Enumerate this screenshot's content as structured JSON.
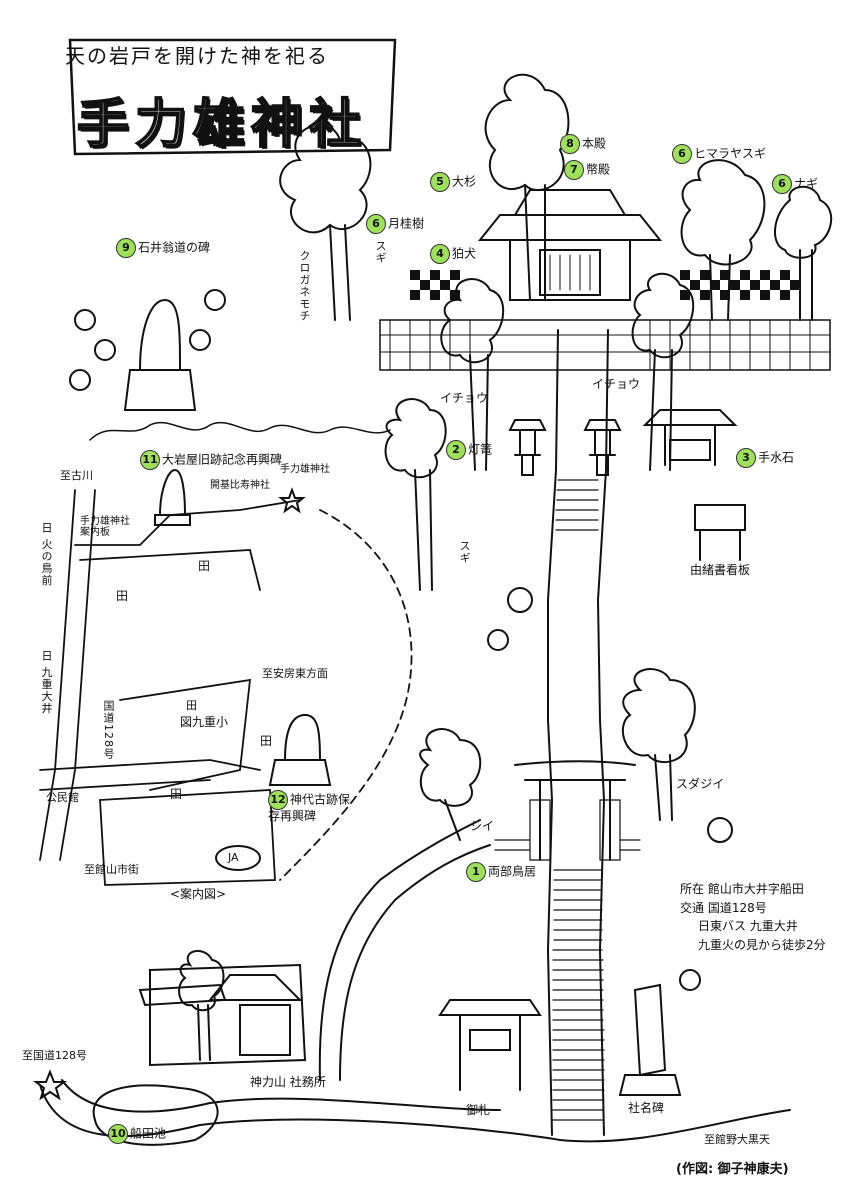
{
  "header": {
    "subtitle": "天の岩戸を開けた神を祀る",
    "title": "手力雄神社"
  },
  "markers": [
    {
      "n": "1",
      "label": "両部鳥居"
    },
    {
      "n": "2",
      "label": "灯篭"
    },
    {
      "n": "3",
      "label": "手水石"
    },
    {
      "n": "4",
      "label": "狛犬"
    },
    {
      "n": "5",
      "label": "大杉"
    },
    {
      "n": "6",
      "label": "月桂樹"
    },
    {
      "n": "6",
      "label": "ヒマラヤスギ"
    },
    {
      "n": "6",
      "label": "ナギ"
    },
    {
      "n": "7",
      "label": "幣殿"
    },
    {
      "n": "8",
      "label": "本殿"
    },
    {
      "n": "9",
      "label": "石井翁道の碑"
    },
    {
      "n": "10",
      "label": "船田池"
    },
    {
      "n": "11",
      "label": "大岩屋旧跡記念再興碑"
    },
    {
      "n": "12",
      "label": "神代古跡保存再興碑"
    }
  ],
  "labels": {
    "kurogane": "クロガネモチ",
    "sugi_top": "スギ",
    "ichou_left": "イチョウ",
    "ichou_right": "イチョウ",
    "sugi_mid": "スギ",
    "sudajii": "スダジイ",
    "shii": "シイ",
    "yuisho": "由緒書看板",
    "fuda": "御札",
    "shamei": "社名碑",
    "shamusho": "神力山 社務所",
    "to_route128": "至国道128号",
    "to_hotta": "至館野大黒天",
    "credit": "(作図: 御子神康夫)"
  },
  "inset": {
    "to_furukawa": "至古川",
    "bus_funada": "日 火の鳥前",
    "bus_kue": "日 九重大井",
    "sign": "手力雄神社 案内板",
    "ta1": "田",
    "ta2": "田",
    "ta3": "田",
    "ta4": "田",
    "ta5": "田",
    "school": "図九重小",
    "route128": "国道128号",
    "kominkan": "公民館",
    "to_tateyama": "至館山市街",
    "to_jieki": "至安房東方面",
    "ja": "JA",
    "kaisando": "開基比寿神社",
    "shrine": "手力雄神社",
    "caption": "<案内図>"
  },
  "info": {
    "address": "所在 館山市大井字船田",
    "access1": "交通 国道128号",
    "access2": "日東バス 九重大井",
    "access3": "九重火の見から徒歩2分"
  }
}
